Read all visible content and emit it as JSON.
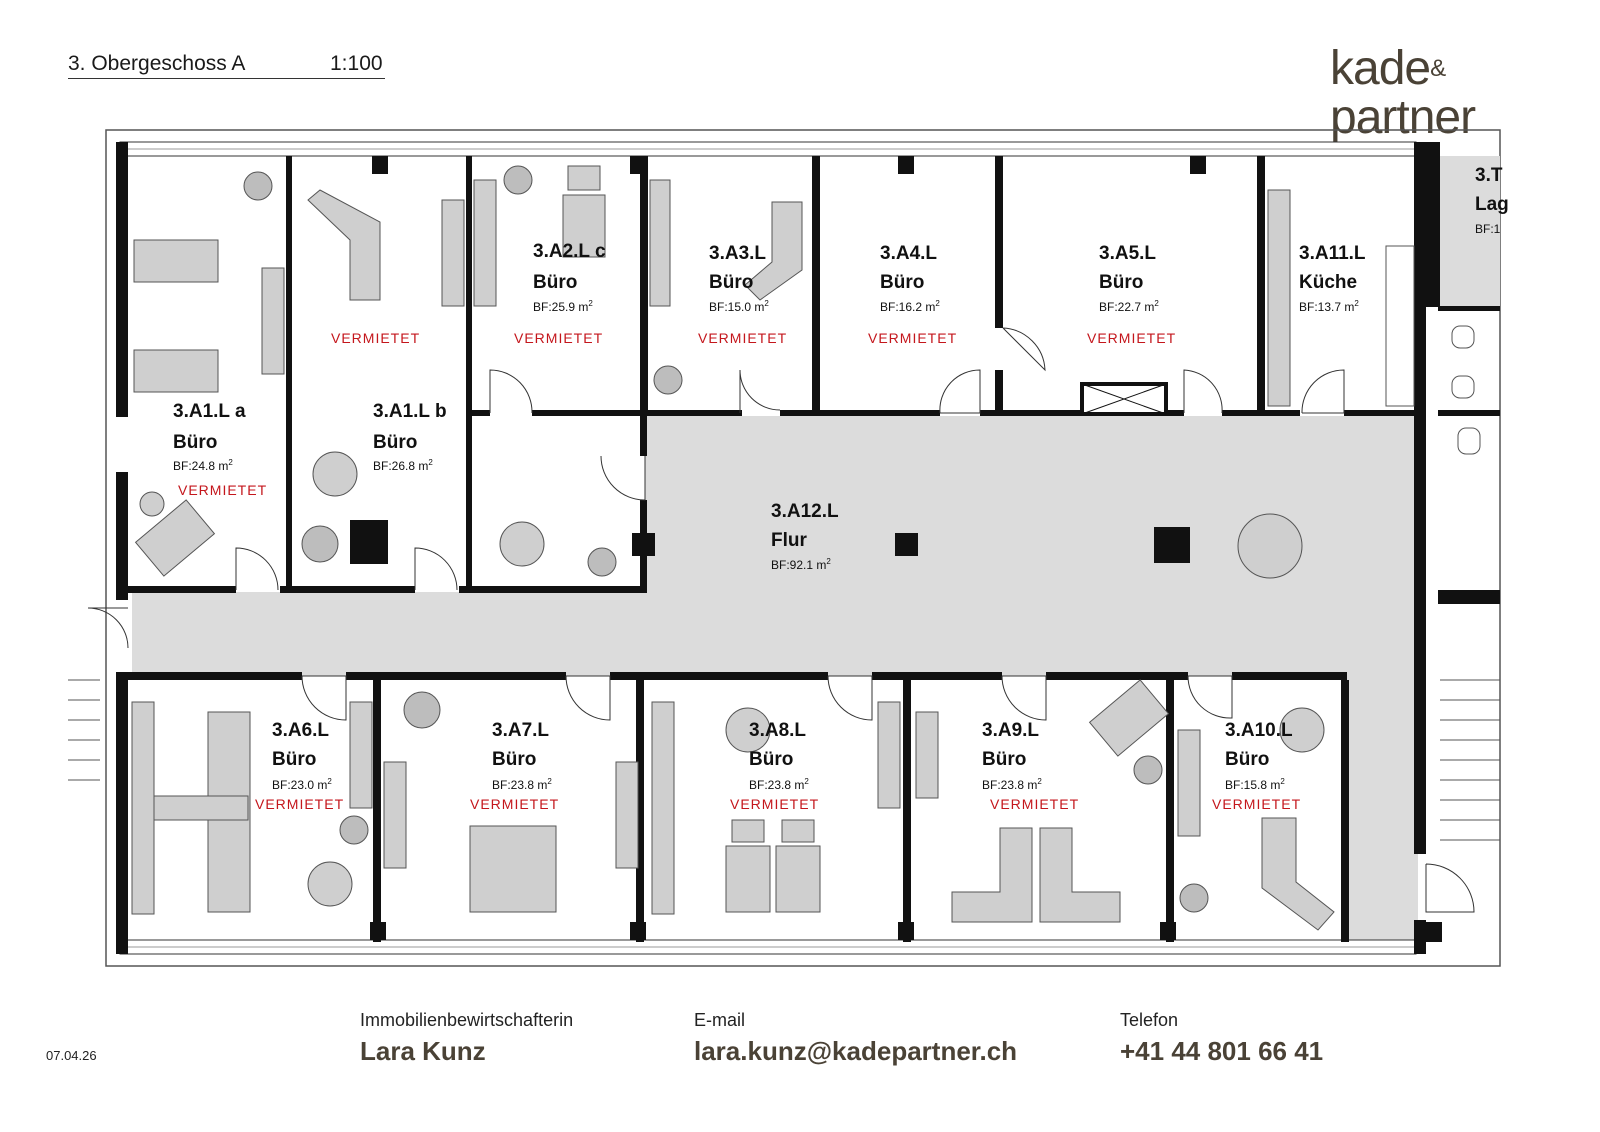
{
  "header": {
    "floor": "3. Obergeschoss  A",
    "scale": "1:100"
  },
  "logo": {
    "line1": "kade",
    "amp": "&",
    "line2": "partner"
  },
  "rooms": [
    {
      "id": "3.A1.L a",
      "type": "Büro",
      "area": "BF:24.8 m",
      "status": "VERMIETET"
    },
    {
      "id": "3.A1.L b",
      "type": "Büro",
      "area": "BF:26.8 m",
      "status": "VERMIETET"
    },
    {
      "id": "3.A2.L c",
      "type": "Büro",
      "area": "BF:25.9 m",
      "status": "VERMIETET"
    },
    {
      "id": "3.A3.L",
      "type": "Büro",
      "area": "BF:15.0 m",
      "status": "VERMIETET"
    },
    {
      "id": "3.A4.L",
      "type": "Büro",
      "area": "BF:16.2 m",
      "status": "VERMIETET"
    },
    {
      "id": "3.A5.L",
      "type": "Büro",
      "area": "BF:22.7 m",
      "status": "VERMIETET"
    },
    {
      "id": "3.A11.L",
      "type": "Küche",
      "area": "BF:13.7 m",
      "status": ""
    },
    {
      "id": "3.A12.L",
      "type": "Flur",
      "area": "BF:92.1 m",
      "status": ""
    },
    {
      "id": "3.A6.L",
      "type": "Büro",
      "area": "BF:23.0 m",
      "status": "VERMIETET"
    },
    {
      "id": "3.A7.L",
      "type": "Büro",
      "area": "BF:23.8 m",
      "status": "VERMIETET"
    },
    {
      "id": "3.A8.L",
      "type": "Büro",
      "area": "BF:23.8 m",
      "status": "VERMIETET"
    },
    {
      "id": "3.A9.L",
      "type": "Büro",
      "area": "BF:23.8 m",
      "status": "VERMIETET"
    },
    {
      "id": "3.A10.L",
      "type": "Büro",
      "area": "BF:15.8 m",
      "status": "VERMIETET"
    },
    {
      "id": "3.T",
      "type": "Lag",
      "area": "BF:1",
      "status": ""
    }
  ],
  "area_superscript": "2",
  "footer": {
    "manager_label": "Immobilienbewirtschafterin",
    "manager_name": "Lara Kunz",
    "email_label": "E-mail",
    "email": "lara.kunz@kadepartner.ch",
    "phone_label": "Telefon",
    "phone": "+41 44 801 66 41"
  },
  "date": "07.04.26"
}
